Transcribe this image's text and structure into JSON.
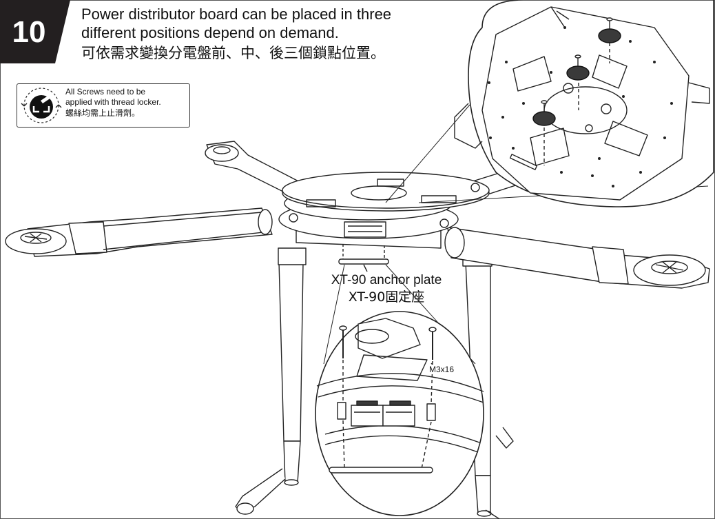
{
  "step": {
    "number": "10"
  },
  "title": {
    "en_line1": "Power distributor board can be placed in three",
    "en_line2": "different positions depend on demand.",
    "zh": "可依需求變換分電盤前、中、後三個鎖點位置。"
  },
  "notice": {
    "icon": "thread-locker-icon",
    "line1": "All Screws need to be",
    "line2": "applied with thread locker.",
    "line3": "螺絲均需上止滑劑。"
  },
  "callouts": {
    "anchor_plate_en": "XT-90 anchor plate",
    "anchor_plate_zh": "XT-90固定座",
    "screw_size": "M3x16"
  },
  "colors": {
    "badge": "#231f20",
    "line": "#222222",
    "tube_fill": "#ffffff",
    "standoff": "#3a3a3a"
  }
}
